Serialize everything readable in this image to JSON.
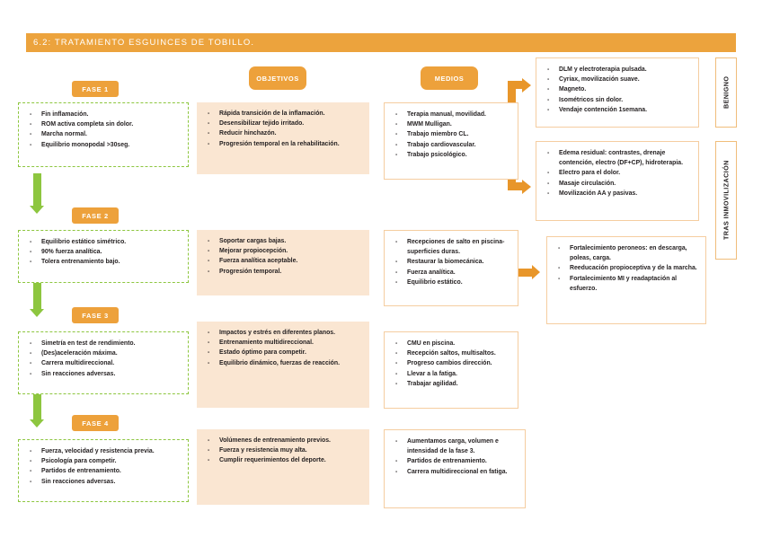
{
  "document": {
    "title": "6.2: TRATAMIENTO ESGUINCES DE TOBILLO."
  },
  "colors": {
    "accent_orange": "#eda13b",
    "arrow_orange": "#e8962a",
    "green": "#8dc63f",
    "peach_fill": "#fae6d2",
    "peach_border": "#f5cda0",
    "text": "#231f20"
  },
  "column_headers": {
    "objetivos": "OBJETIVOS",
    "medios": "MEDIOS"
  },
  "phases": [
    {
      "chip": "FASE 1",
      "criteria": [
        "Fin inflamación.",
        "ROM activa completa sin dolor.",
        "Marcha normal.",
        "Equilibrio monopodal >30seg."
      ],
      "objetivos": [
        "Rápida transición de la inflamación.",
        "Desensibilizar tejido irritado.",
        "Reducir hinchazón.",
        "Progresión temporal en la rehabilitación."
      ],
      "medios": [
        "Terapia manual, movilidad.",
        "MWM Mulligan.",
        "Trabajo miembro CL.",
        "Trabajo cardiovascular.",
        "Trabajo psicológico."
      ]
    },
    {
      "chip": "FASE 2",
      "criteria": [
        "Equilibrio estático simétrico.",
        "90% fuerza analítica.",
        "Tolera entrenamiento bajo."
      ],
      "objetivos": [
        "Soportar cargas bajas.",
        "Mejorar propiocepción.",
        "Fuerza analítica aceptable.",
        "Progresión temporal."
      ],
      "medios": [
        "Recepciones de salto en piscina-superficies duras.",
        "Restaurar la biomecánica.",
        "Fuerza analítica.",
        "Equilibrio estático."
      ]
    },
    {
      "chip": "FASE 3",
      "criteria": [
        "Simetría en test de rendimiento.",
        "(Des)aceleración máxima.",
        "Carrera multidireccional.",
        "Sin reacciones adversas."
      ],
      "objetivos": [
        "Impactos y estrés en diferentes planos.",
        "Entrenamiento multidireccional.",
        "Estado óptimo para competir.",
        "Equilibrio dinámico, fuerzas de reacción."
      ],
      "medios": [
        "CMU en piscina.",
        "Recepción saltos, multisaltos.",
        "Progreso cambios dirección.",
        "Llevar a la fatiga.",
        "Trabajar agilidad."
      ]
    },
    {
      "chip": "FASE 4",
      "criteria": [
        "Fuerza, velocidad y resistencia previa.",
        "Psicología para competir.",
        "Partidos de entrenamiento.",
        "Sin reacciones adversas."
      ],
      "objetivos": [
        "Volúmenes de entrenamiento previos.",
        "Fuerza y resistencia muy alta.",
        "Cumplir requerimientos del deporte."
      ],
      "medios": [
        "Aumentamos carga, volumen e intensidad de la fase 3.",
        "Partidos de entrenamiento.",
        "Carrera multidireccional en fatiga."
      ]
    }
  ],
  "side_branches": [
    {
      "label": "BENIGNO",
      "items": [
        "DLM y electroterapia pulsada.",
        "Cyriax, movilización suave.",
        "Magneto.",
        "Isométricos sin dolor.",
        "Vendaje contención 1semana."
      ]
    },
    {
      "label": "TRAS INMOVILIZACIÓN",
      "items": [
        "Edema residual: contrastes, drenaje contención, electro (DF+CP), hidroterapia.",
        "Electro para el dolor.",
        "Masaje circulación.",
        "Movilización AA y pasivas."
      ]
    }
  ],
  "extra_box": {
    "items": [
      "Fortalecimiento peroneos: en descarga, poleas, carga.",
      "Reeducación propioceptiva y de la marcha.",
      "Fortalecimiento MI y readaptación al esfuerzo."
    ]
  }
}
